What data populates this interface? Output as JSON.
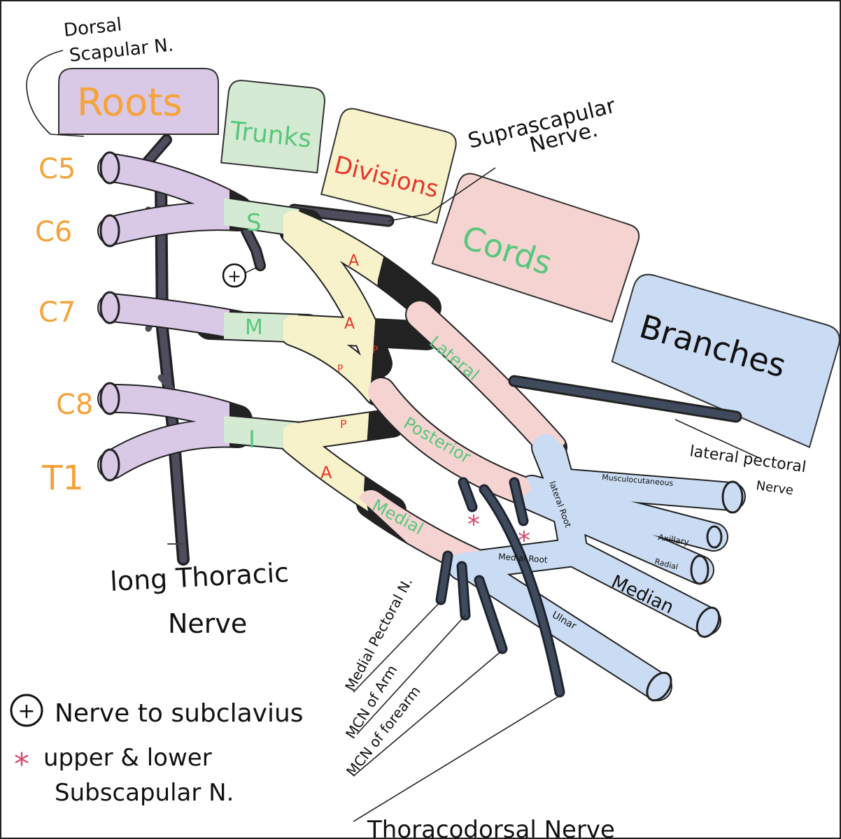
{
  "colors": {
    "roots": "#d9c8e6",
    "trunks": "#d5ead3",
    "divisions": "#f7f2c9",
    "cords": "#f4d3d1",
    "branches": "#cadcf3",
    "root_label": "#f5a33a",
    "green_label": "#58c77d",
    "red_label": "#e8362a",
    "star": "#d84a6a",
    "nerve_grey": "#4e4c5d",
    "branch_nerve": "#3f4a5c",
    "ink": "#111111"
  },
  "headers": {
    "roots": "Roots",
    "trunks": "Trunks",
    "divisions": "Divisions",
    "cords": "Cords",
    "branches": "Branches"
  },
  "roots": [
    "C5",
    "C6",
    "C7",
    "C8",
    "T1"
  ],
  "trunks": {
    "superior": "S",
    "middle": "M",
    "inferior": "I"
  },
  "divisions": {
    "anterior": "A",
    "posterior": "P"
  },
  "cords": {
    "lateral": "Lateral",
    "posterior": "Posterior",
    "medial": "Medial"
  },
  "branches": {
    "musculocutaneous": "Musculocutaneous",
    "axillary": "Axillary",
    "radial": "Radial",
    "median": "Median",
    "ulnar": "Ulnar",
    "lateral_root": "lateral Root",
    "medial_root": "Medial Root"
  },
  "labels": {
    "dorsal_scapular": [
      "Dorsal",
      "Scapular N."
    ],
    "suprascapular": [
      "Suprascapular",
      "Nerve."
    ],
    "lateral_pectoral": [
      "lateral pectoral",
      "Nerve"
    ],
    "long_thoracic": [
      "long Thoracic",
      "Nerve"
    ],
    "medial_pectoral": "Medial Pectoral N.",
    "mcn_arm": "MCN of Arm",
    "mcn_forearm": "MCN of forearm",
    "thoracodorsal": "Thoracodorsal Nerve"
  },
  "legend": {
    "plus_symbol": "+",
    "star_symbol": "*",
    "nerve_to_subclavius": "Nerve to subclavius",
    "subscapular": [
      "upper & lower",
      "Subscapular N."
    ]
  }
}
